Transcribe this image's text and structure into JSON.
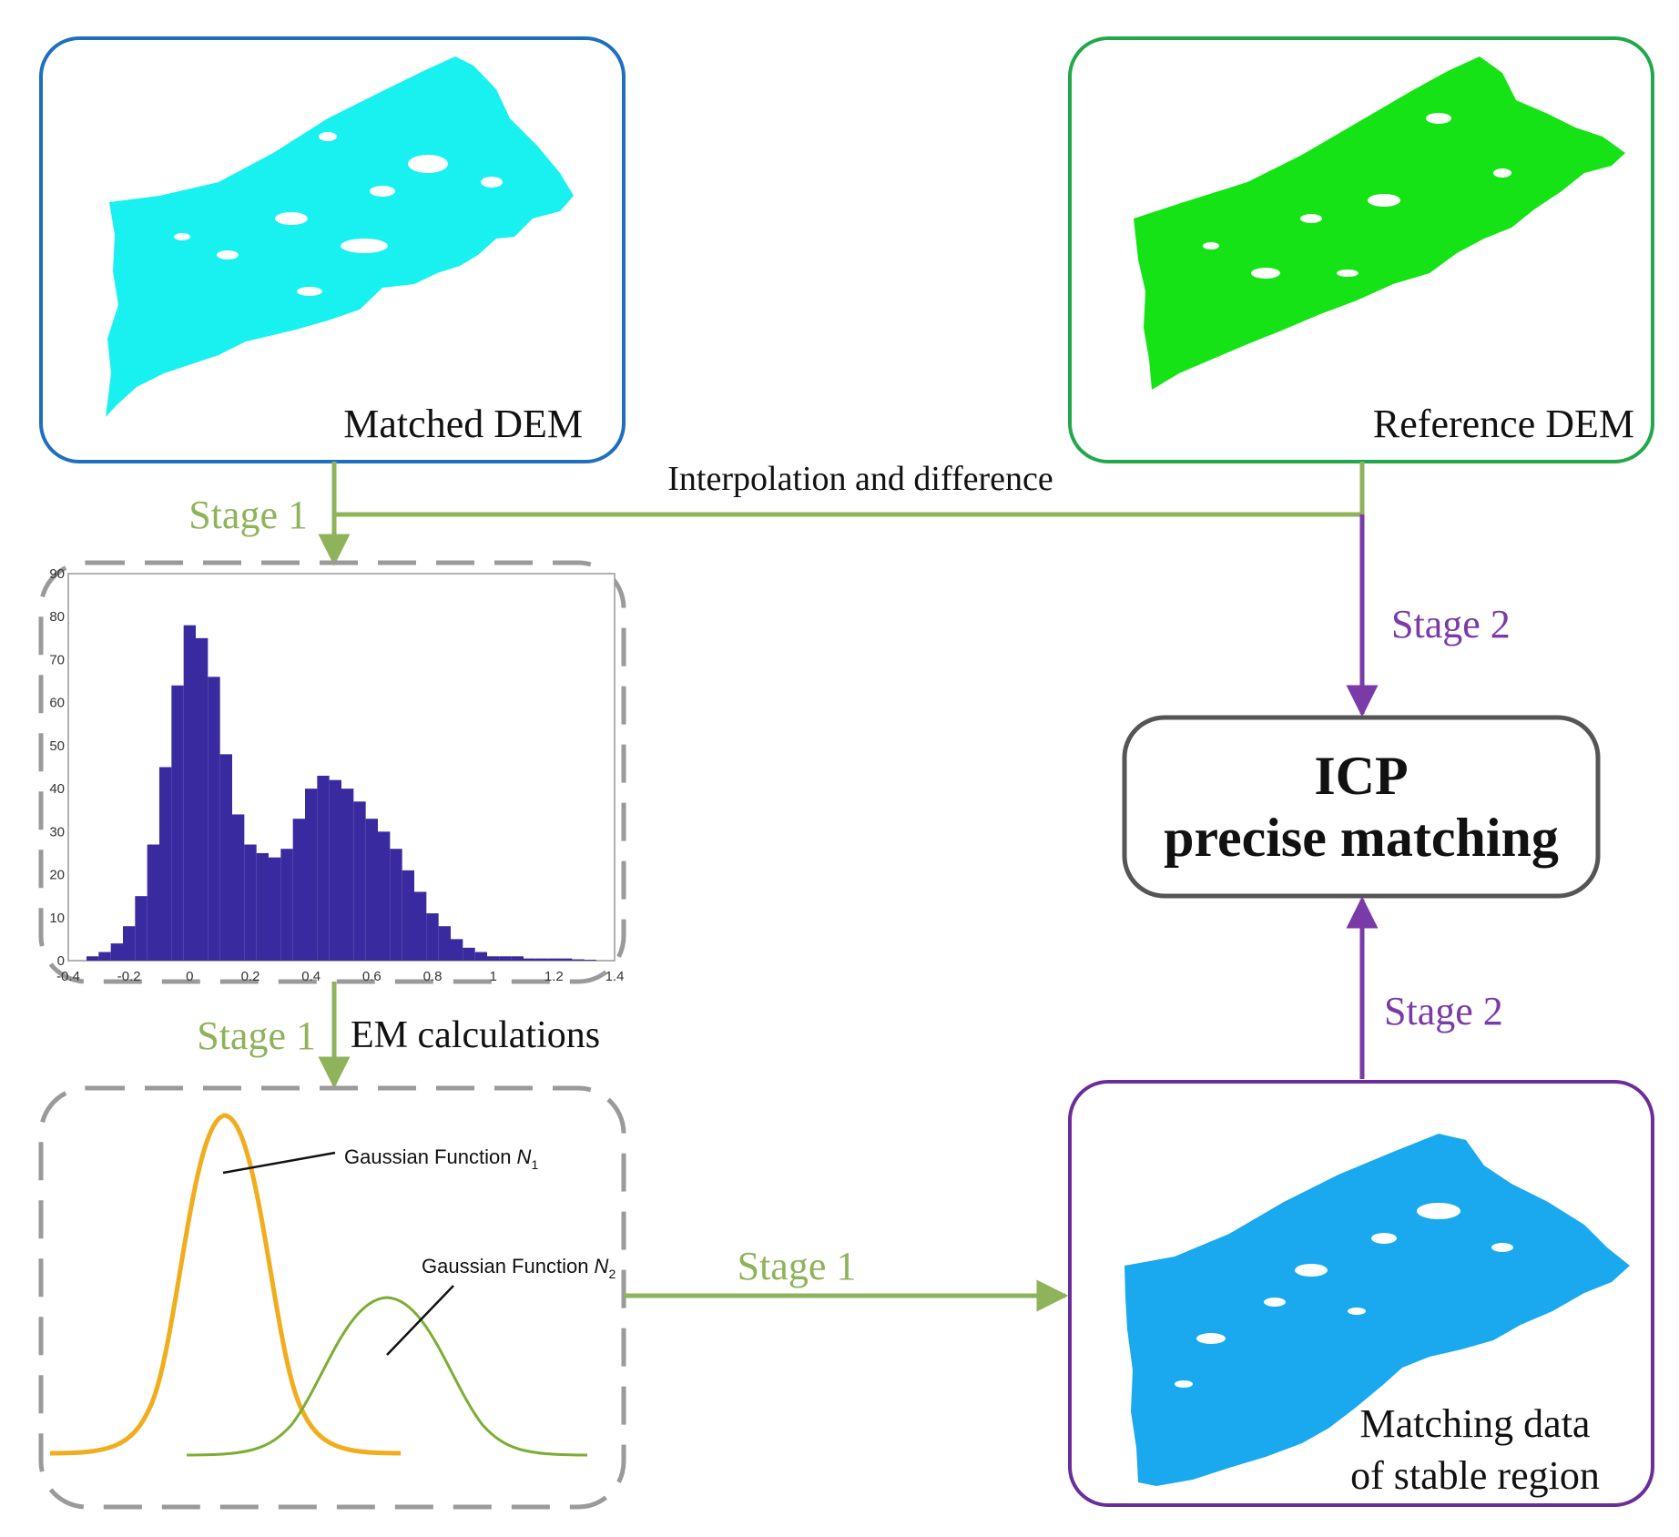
{
  "colors": {
    "matched_box": "#1f6fc0",
    "reference_box": "#22a84a",
    "stable_box": "#6a2d9a",
    "icp_box": "#555555",
    "dashed_box": "#9a9a9a",
    "stage1": "#8fb35a",
    "stage2": "#7a3aa8",
    "matched_dem_fill": "#19f0f0",
    "reference_dem_fill": "#16e316",
    "stable_dem_fill": "#1aa9ee",
    "histogram_fill": "#3a2aa0",
    "gauss_n1": "#f0ad1e",
    "gauss_n2": "#7cae33"
  },
  "boxes": {
    "matched_dem": {
      "label": "Matched DEM"
    },
    "reference_dem": {
      "label": "Reference DEM"
    },
    "icp": {
      "line1": "ICP",
      "line2": "precise matching"
    },
    "stable": {
      "line1": "Matching data",
      "line2": "of stable region"
    }
  },
  "flow": {
    "stage1_top": "Stage 1",
    "interpolation": "Interpolation and difference",
    "stage2_upper": "Stage 2",
    "stage1_mid": "Stage 1",
    "em": "EM calculations",
    "stage2_lower": "Stage 2",
    "stage1_bottom": "Stage 1"
  },
  "gaussian": {
    "n1_label": "Gaussian Function ",
    "n1_sym": "N",
    "n1_sub": "1",
    "n2_label": "Gaussian Function ",
    "n2_sym": "N",
    "n2_sub": "2"
  },
  "chart_data": {
    "type": "bar",
    "title": "",
    "xlabel": "",
    "ylabel": "",
    "xlim": [
      -0.4,
      1.4
    ],
    "ylim": [
      0,
      90
    ],
    "x_ticks": [
      "-0.4",
      "-0.2",
      "0",
      "0.2",
      "0.4",
      "0.6",
      "0.8",
      "1",
      "1.2",
      "1.4"
    ],
    "y_ticks": [
      "0",
      "10",
      "20",
      "30",
      "40",
      "50",
      "60",
      "70",
      "80",
      "90"
    ],
    "x": [
      -0.32,
      -0.28,
      -0.24,
      -0.2,
      -0.16,
      -0.12,
      -0.08,
      -0.04,
      0.0,
      0.04,
      0.08,
      0.12,
      0.16,
      0.2,
      0.24,
      0.28,
      0.32,
      0.36,
      0.4,
      0.44,
      0.48,
      0.52,
      0.56,
      0.6,
      0.64,
      0.68,
      0.72,
      0.76,
      0.8,
      0.84,
      0.88,
      0.92,
      0.96,
      1.0,
      1.04,
      1.08,
      1.12,
      1.16,
      1.2,
      1.24,
      1.28,
      1.32
    ],
    "values": [
      1,
      2,
      4,
      8,
      15,
      27,
      45,
      64,
      78,
      75,
      66,
      48,
      34,
      27,
      25,
      24,
      26,
      33,
      40,
      43,
      42,
      40,
      37,
      33,
      30,
      26,
      21,
      16,
      11,
      8,
      5,
      3,
      2,
      1,
      1,
      1,
      0.5,
      0.5,
      0.5,
      0.5,
      0.3,
      0.2
    ]
  }
}
